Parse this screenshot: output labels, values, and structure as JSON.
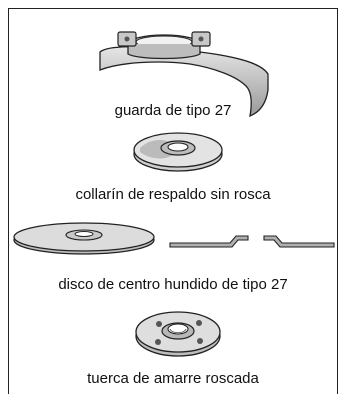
{
  "parts": [
    {
      "id": "guard",
      "label": "guarda de tipo 27"
    },
    {
      "id": "backing-flange",
      "label": "collarín de respaldo sin rosca"
    },
    {
      "id": "disc",
      "label": "disco de centro hundido de tipo 27"
    },
    {
      "id": "clamp-nut",
      "label": "tuerca de amarre roscada"
    }
  ],
  "colors": {
    "metal_light": "#d9d9d9",
    "metal_mid": "#b5b5b5",
    "metal_dark": "#8a8a8a",
    "outline": "#222222"
  }
}
